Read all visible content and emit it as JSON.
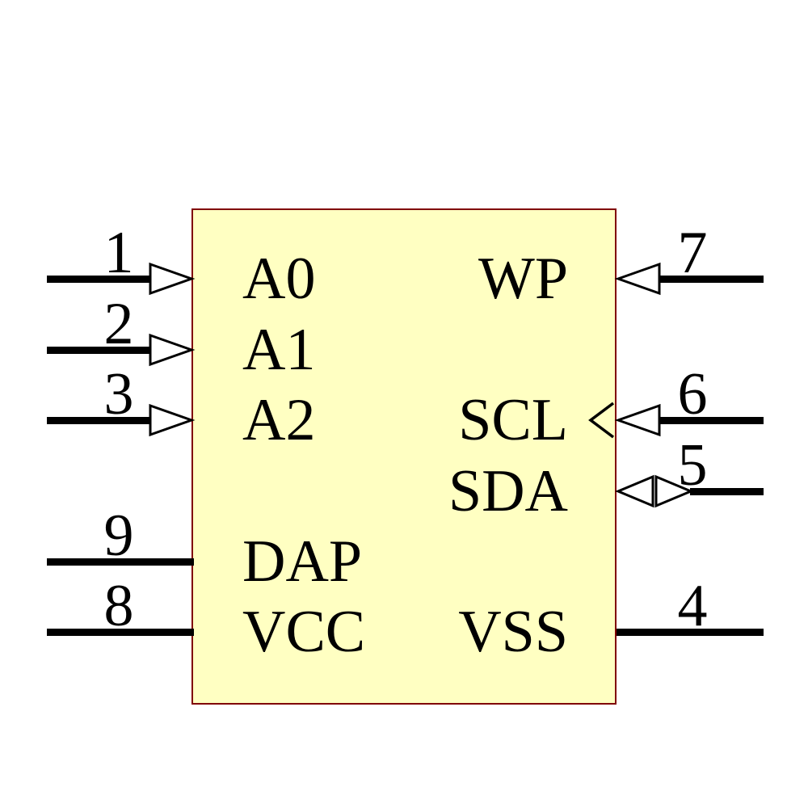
{
  "colors": {
    "body_fill": "#FFFFC2",
    "body_border": "#800000",
    "wire": "#000000"
  },
  "component": {
    "kind": "ic-schematic-symbol",
    "pins": {
      "left": [
        {
          "number": "1",
          "label": "A0",
          "type": "input"
        },
        {
          "number": "2",
          "label": "A1",
          "type": "input"
        },
        {
          "number": "3",
          "label": "A2",
          "type": "input"
        },
        {
          "number": "9",
          "label": "DAP",
          "type": "passive"
        },
        {
          "number": "8",
          "label": "VCC",
          "type": "power"
        }
      ],
      "right": [
        {
          "number": "7",
          "label": "WP",
          "type": "input"
        },
        {
          "number": "6",
          "label": "SCL",
          "type": "clock-input"
        },
        {
          "number": "5",
          "label": "SDA",
          "type": "bidirectional"
        },
        {
          "number": "4",
          "label": "VSS",
          "type": "power"
        }
      ]
    }
  }
}
